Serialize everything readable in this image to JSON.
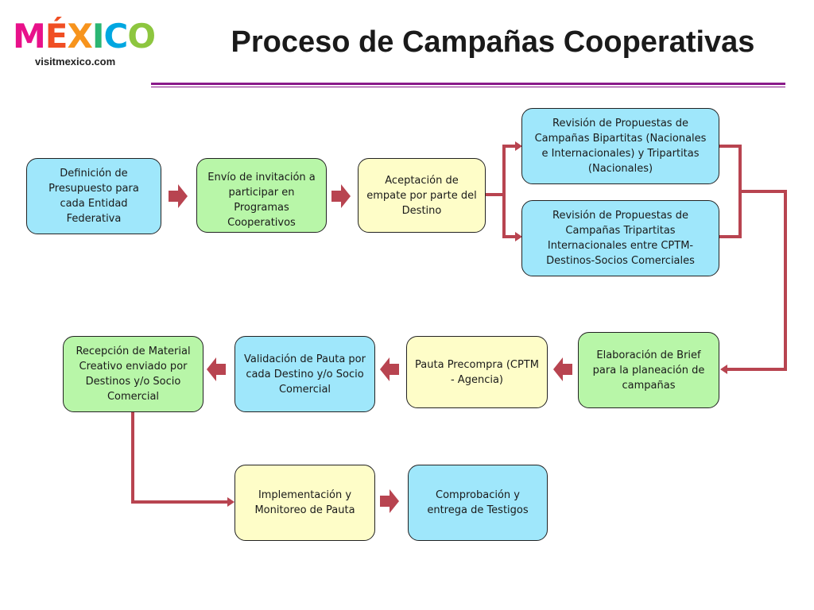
{
  "logo": {
    "letters": [
      {
        "char": "M",
        "color": "#e8118a"
      },
      {
        "char": "É",
        "color": "#f04e23"
      },
      {
        "char": "X",
        "color": "#f7941d"
      },
      {
        "char": "I",
        "color": "#2bb673"
      },
      {
        "char": "C",
        "color": "#00a7e1"
      },
      {
        "char": "O",
        "color": "#8dc63f"
      }
    ],
    "url": "visitmexico.com"
  },
  "title": "Proceso de Campañas Cooperativas",
  "colors": {
    "cyan": "#9fe7fb",
    "green": "#b8f6a8",
    "yellow": "#fefdc8",
    "arrow": "#b84450",
    "rule": "#8a1a8a"
  },
  "steps": {
    "definicion": "Definición de Presupuesto para cada Entidad Federativa",
    "envio": "Envío de invitación a participar en Programas Cooperativos",
    "aceptacion": "Aceptación de empate por parte del Destino",
    "revision_bipartitas": "Revisión de Propuestas de Campañas Bipartitas (Nacionales e Internacionales) y Tripartitas (Nacionales)",
    "revision_tripartitas": "Revisión de Propuestas de Campañas Tripartitas Internacionales entre CPTM-Destinos-Socios Comerciales",
    "elaboracion_brief": "Elaboración de Brief para la planeación de campañas",
    "pauta_precompra": "Pauta Precompra (CPTM - Agencia)",
    "validacion_pauta": "Validación de Pauta por cada Destino y/o Socio Comercial",
    "recepcion_material": "Recepción de Material Creativo enviado por Destinos y/o Socio Comercial",
    "implementacion": "Implementación  y Monitoreo de Pauta",
    "comprobacion": "Comprobación y entrega de Testigos"
  }
}
